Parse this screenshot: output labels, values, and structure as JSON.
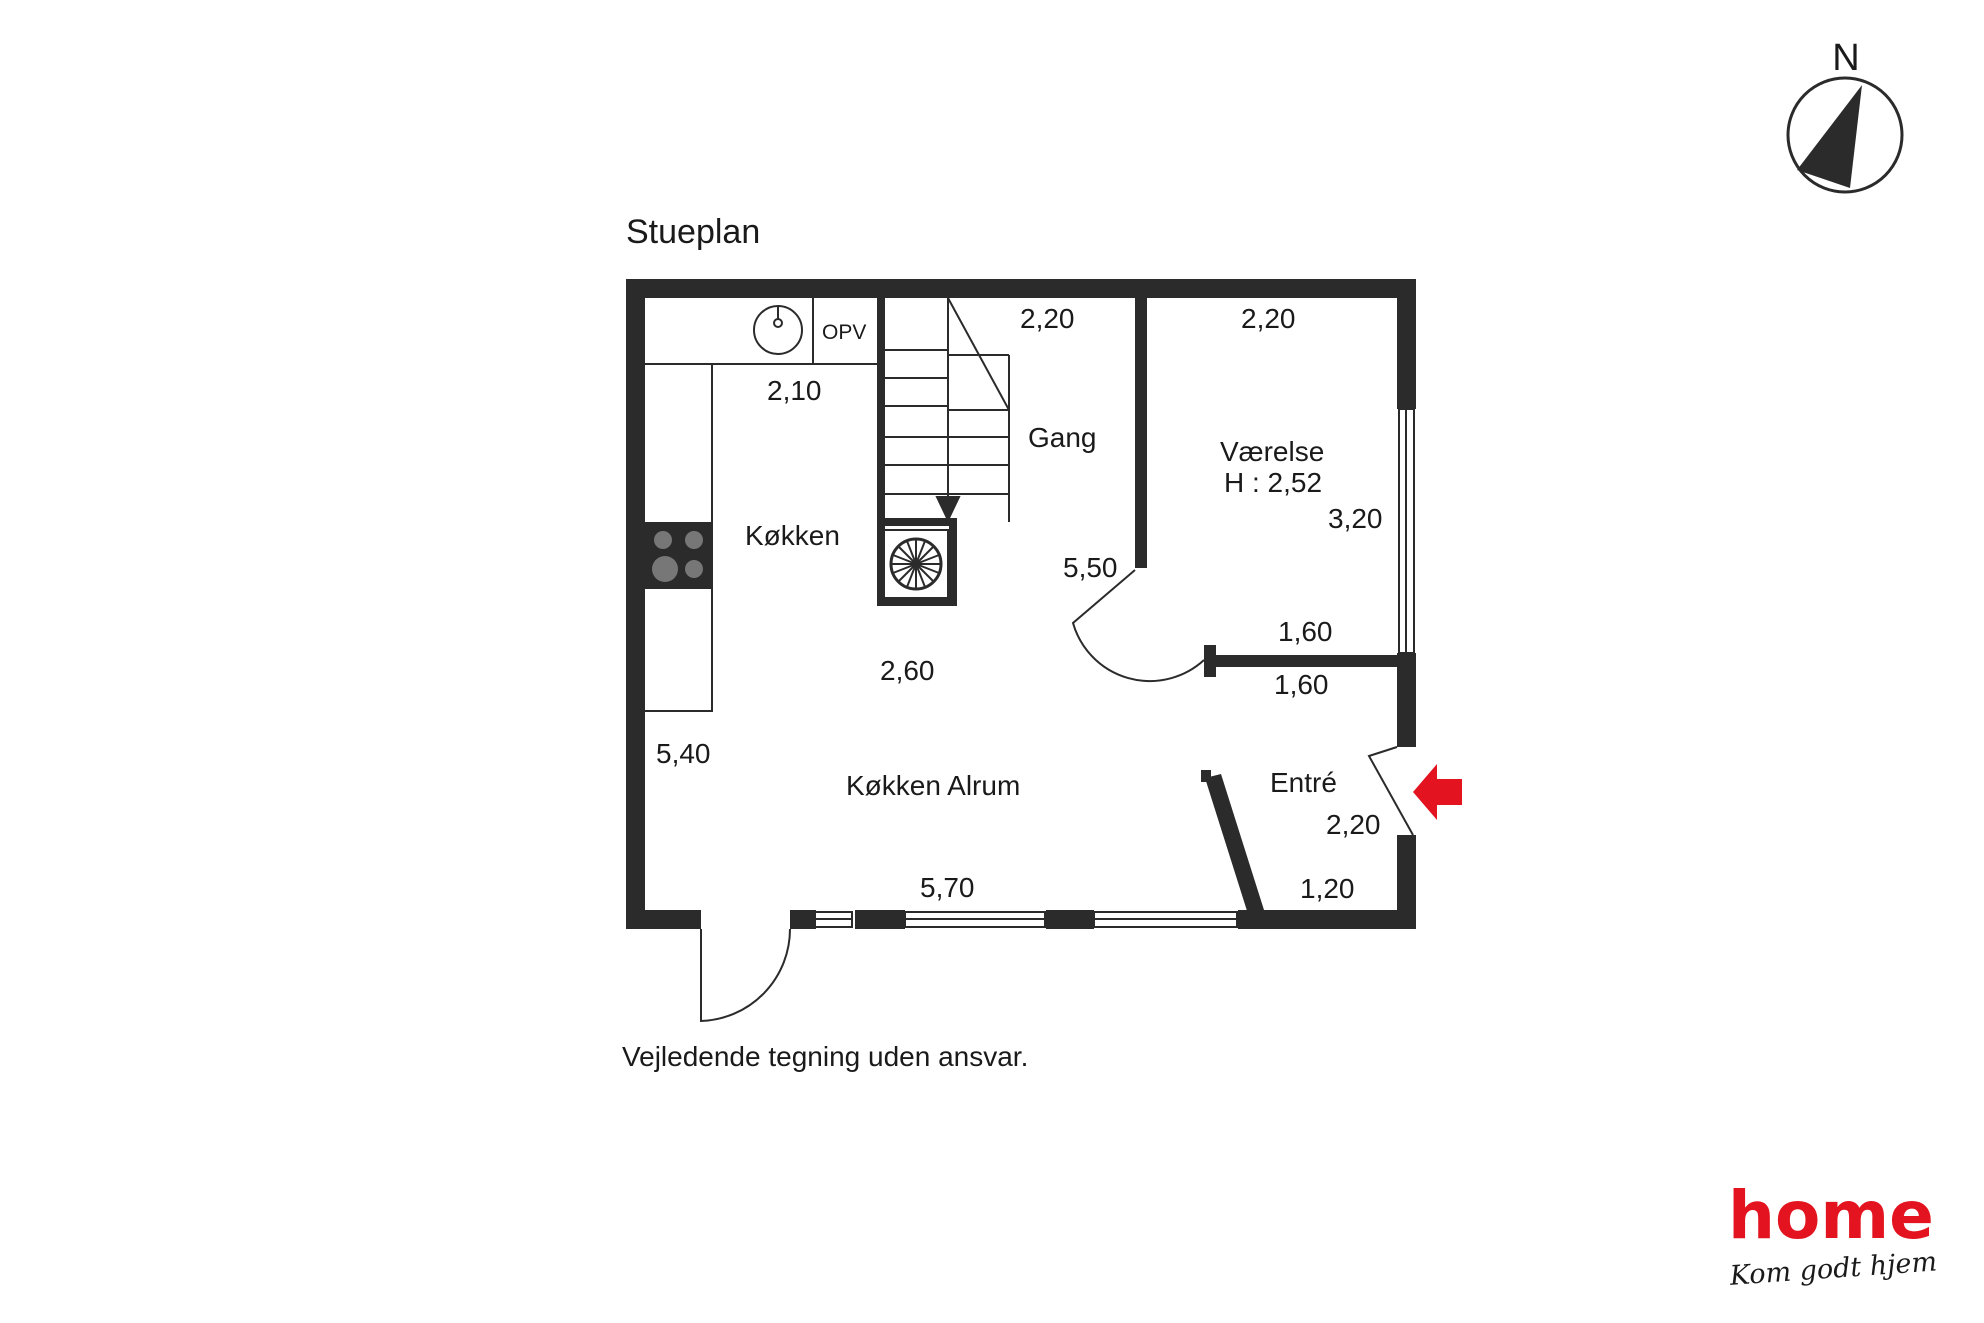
{
  "plan": {
    "title": "Stueplan",
    "disclaimer": "Vejledende tegning uden ansvar.",
    "compass": {
      "north_label": "N",
      "icon": "compass-icon"
    },
    "rooms": {
      "kitchen": "Køkken",
      "hall": "Gang",
      "bedroom": "Værelse",
      "bedroom_height": "H : 2,52",
      "kitchen_family_room": "Køkken Alrum",
      "entrance": "Entré",
      "utility_label": "OPV"
    },
    "dimensions": {
      "kitchen_counter_width": "2,10",
      "stair_top_width": "2,20",
      "bedroom_width": "2,20",
      "bedroom_length": "3,20",
      "hall_length": "5,50",
      "bedroom_bottom_width": "1,60",
      "entrance_width": "1,60",
      "kitchen_mid_width": "2,60",
      "living_length": "5,40",
      "entrance_length": "2,20",
      "living_width": "5,70",
      "entrance_bottom_width": "1,20"
    },
    "entrance_arrow_color": "#e3141f",
    "wall_color": "#2b2b2b"
  },
  "brand": {
    "name": "home",
    "tagline": "Kom godt hjem",
    "color": "#e3141f"
  }
}
